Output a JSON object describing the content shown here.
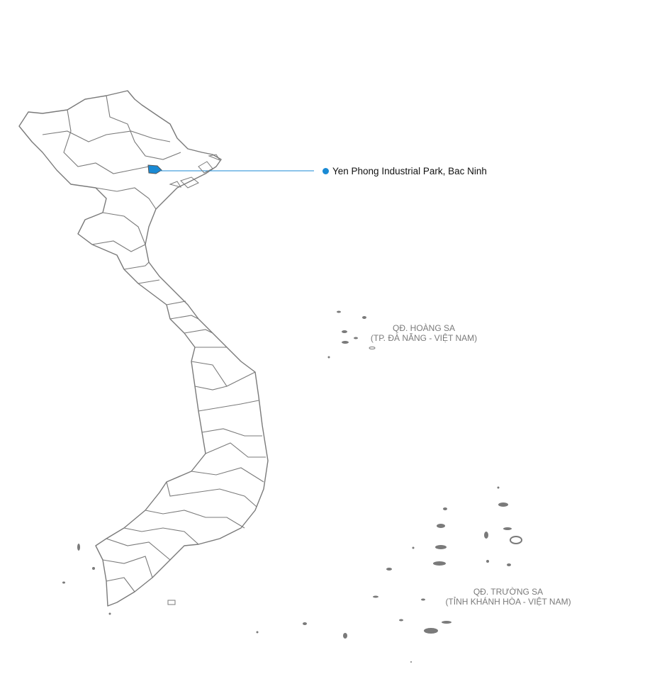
{
  "map": {
    "highlight_color": "#1a8ad4",
    "border_color": "#7a7a7a",
    "marker": {
      "label": "Yen Phong Industrial Park, Bac Ninh"
    },
    "archipelagos": [
      {
        "name": "QĐ. HOÀNG SA",
        "sub": "(TP. ĐÀ NẴNG - VIỆT NAM)"
      },
      {
        "name": "QĐ. TRƯỜNG SA",
        "sub": "(TỈNH KHÁNH HÒA - VIỆT NAM)"
      }
    ]
  }
}
